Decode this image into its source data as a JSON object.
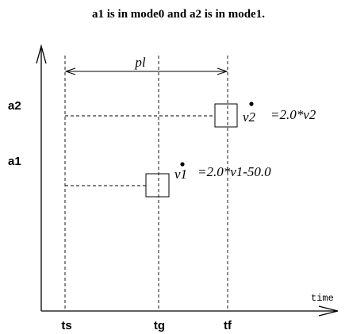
{
  "title": "a1 is in mode0 and a2 is in mode1.",
  "axes": {
    "x_label": "time",
    "x_ticks": [
      "ts",
      "tg",
      "tf"
    ],
    "y_ticks": [
      "a1",
      "a2"
    ]
  },
  "interval_label": "pl",
  "equations": {
    "a1": {
      "var": "v1",
      "rhs": "=2.0*v1-50.0"
    },
    "a2": {
      "var": "v2",
      "rhs": "=2.0*v2"
    }
  }
}
